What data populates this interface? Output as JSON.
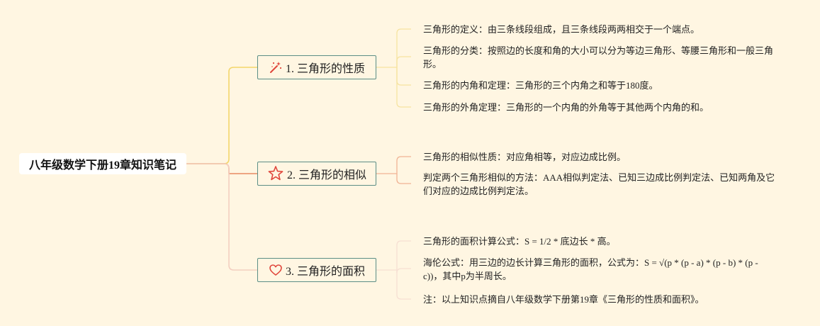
{
  "root": {
    "label": "八年级数学下册19章知识笔记"
  },
  "branches": [
    {
      "label": "1. 三角形的性质",
      "icon": "magic-wand-icon",
      "color": "#f3d66b",
      "leaves": [
        "三角形的定义：由三条线段组成，且三条线段两两相交于一个端点。",
        "三角形的分类：按照边的长度和角的大小可以分为等边三角形、等腰三角形和一般三角形。",
        "三角形的内角和定理：三角形的三个内角之和等于180度。",
        "三角形的外角定理：三角形的一个内角的外角等于其他两个内角的和。"
      ]
    },
    {
      "label": "2. 三角形的相似",
      "icon": "star-icon",
      "color": "#e98a62",
      "leaves": [
        "三角形的相似性质：对应角相等，对应边成比例。",
        "判定两个三角形相似的方法：AAA相似判定法、已知三边成比例判定法、已知两角及它们对应的边成比例判定法。"
      ]
    },
    {
      "label": "3. 三角形的面积",
      "icon": "heart-icon",
      "color": "#f3cfc0",
      "leaves": [
        "三角形的面积计算公式：S = 1/2 * 底边长 * 高。",
        "海伦公式：用三边的边长计算三角形的面积，公式为：S = √(p * (p - a) * (p - b) * (p - c))，其中p为半周长。",
        "注：以上知识点摘自八年级数学下册第19章《三角形的性质和面积》。"
      ]
    }
  ]
}
